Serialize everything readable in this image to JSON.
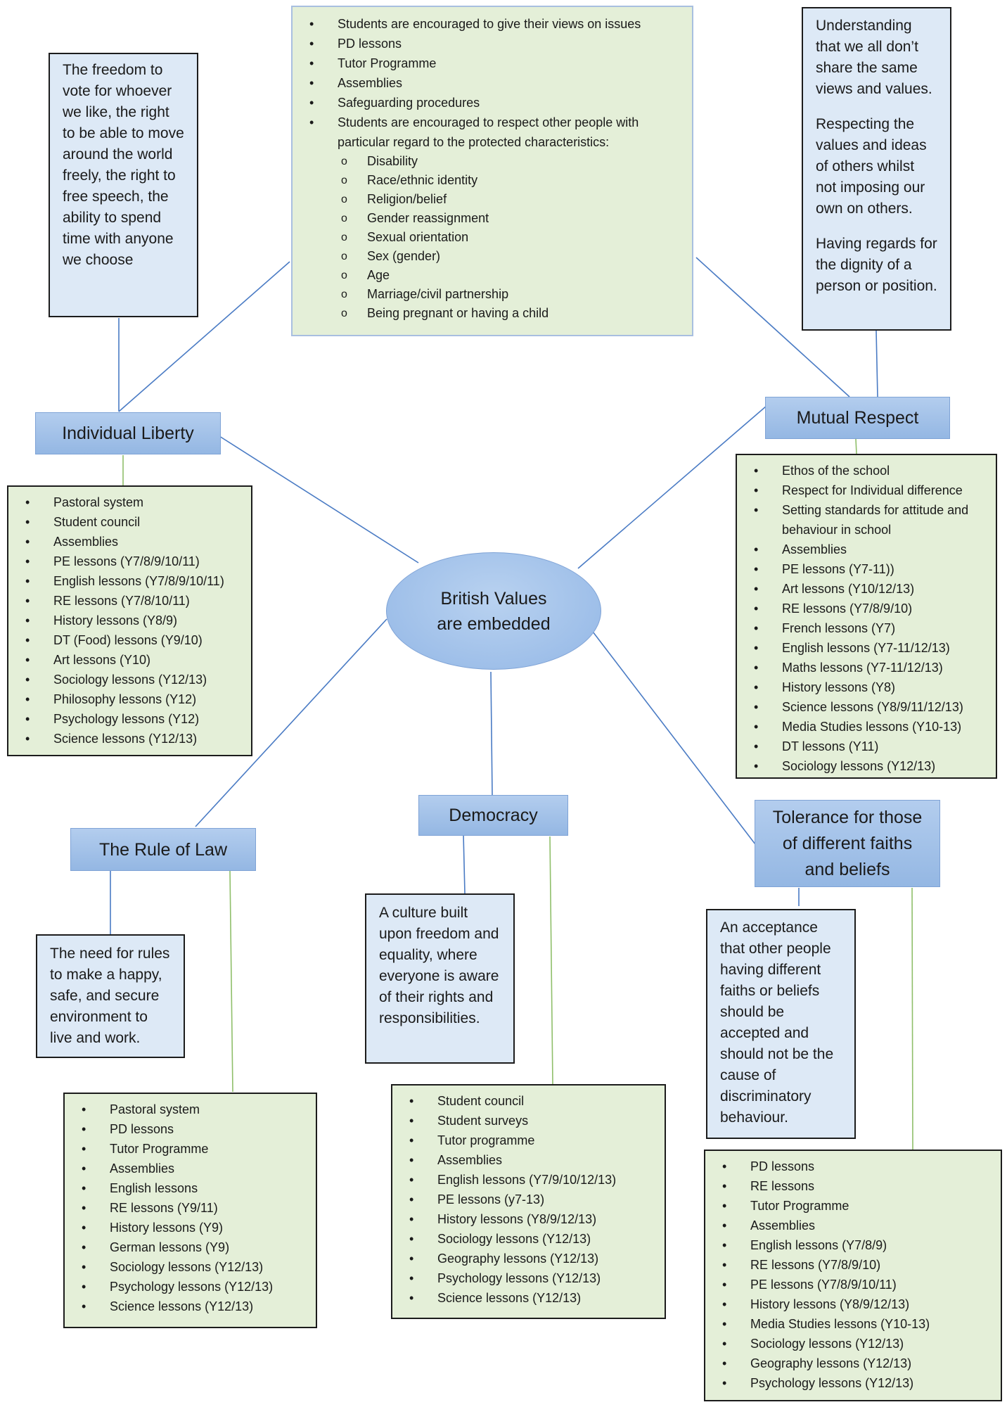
{
  "center": {
    "line1": "British Values",
    "line2": "are embedded"
  },
  "headings": {
    "individual_liberty": "Individual Liberty",
    "mutual_respect": "Mutual Respect",
    "rule_of_law": "The Rule of Law",
    "democracy": "Democracy",
    "tolerance": [
      "Tolerance for those",
      "of different faiths",
      "and beliefs"
    ]
  },
  "top_box": {
    "items": [
      "Students are encouraged to give their views on issues",
      "PD lessons",
      "Tutor Programme",
      "Assemblies",
      "Safeguarding procedures",
      "Students are encouraged to respect other people with particular regard to the protected characteristics:"
    ],
    "subitems": [
      "Disability",
      "Race/ethnic identity",
      "Religion/belief",
      "Gender reassignment",
      "Sexual orientation",
      "Sex (gender)",
      "Age",
      "Marriage/civil partnership",
      "Being pregnant or having a child"
    ]
  },
  "liberty_definition": "The freedom to vote for whoever we like, the right to be able to move around the world freely, the right to free speech, the ability to spend time with anyone we choose",
  "respect_definition": [
    "Understanding that we all don’t share the same views and values.",
    "Respecting the values and ideas of others whilst not imposing our own on others.",
    "Having regards for the dignity of a person or position."
  ],
  "liberty_list": [
    "Pastoral system",
    "Student council",
    "Assemblies",
    "PE lessons (Y7/8/9/10/11)",
    "English lessons (Y7/8/9/10/11)",
    "RE lessons (Y7/8/10/11)",
    "History lessons (Y8/9)",
    "DT (Food) lessons (Y9/10)",
    "Art lessons (Y10)",
    "Sociology lessons (Y12/13)",
    "Philosophy lessons (Y12)",
    "Psychology lessons (Y12)",
    "Science lessons (Y12/13)"
  ],
  "respect_list": [
    "Ethos of the school",
    "Respect for Individual difference",
    "Setting standards for attitude and behaviour in school",
    "Assemblies",
    "PE lessons (Y7-11))",
    "Art lessons (Y10/12/13)",
    "RE lessons (Y7/8/9/10)",
    "French lessons (Y7)",
    "English lessons (Y7-11/12/13)",
    "Maths lessons (Y7-11/12/13)",
    "History lessons (Y8)",
    "Science lessons (Y8/9/11/12/13)",
    "Media Studies lessons (Y10-13)",
    "DT lessons (Y11)",
    "Sociology lessons (Y12/13)"
  ],
  "law_definition": "The need for rules to make a happy, safe, and secure environment to live and work.",
  "democracy_definition": "A culture built upon freedom and equality, where everyone is aware of their rights and responsibilities.",
  "tolerance_definition": "An acceptance that other people having different faiths or beliefs should be accepted and should not be the cause of discriminatory behaviour.",
  "law_list": [
    "Pastoral system",
    "PD lessons",
    "Tutor Programme",
    "Assemblies",
    "English lessons",
    "RE lessons (Y9/11)",
    "History lessons (Y9)",
    "German lessons (Y9)",
    "Sociology lessons (Y12/13)",
    "Psychology lessons (Y12/13)",
    "Science lessons (Y12/13)"
  ],
  "democracy_list": [
    "Student council",
    "Student surveys",
    "Tutor programme",
    "Assemblies",
    "English lessons (Y7/9/10/12/13)",
    "PE lessons (y7-13)",
    "History lessons (Y8/9/12/13)",
    "Sociology lessons (Y12/13)",
    "Geography lessons (Y12/13)",
    "Psychology lessons (Y12/13)",
    "Science lessons (Y12/13)"
  ],
  "tolerance_list": [
    "PD lessons",
    "RE lessons",
    "Tutor Programme",
    "Assemblies",
    "English lessons (Y7/8/9)",
    "RE lessons (Y7/8/9/10)",
    "PE lessons (Y7/8/9/10/11)",
    "History lessons (Y8/9/12/13)",
    "Media Studies lessons (Y10-13)",
    "Sociology lessons (Y12/13)",
    "Geography lessons (Y12/13)",
    "Psychology lessons (Y12/13)"
  ],
  "colors": {
    "connector_blue": "#4a7bc4",
    "connector_green": "#8fbf6a",
    "heading_fill": "#a4c2e9"
  }
}
